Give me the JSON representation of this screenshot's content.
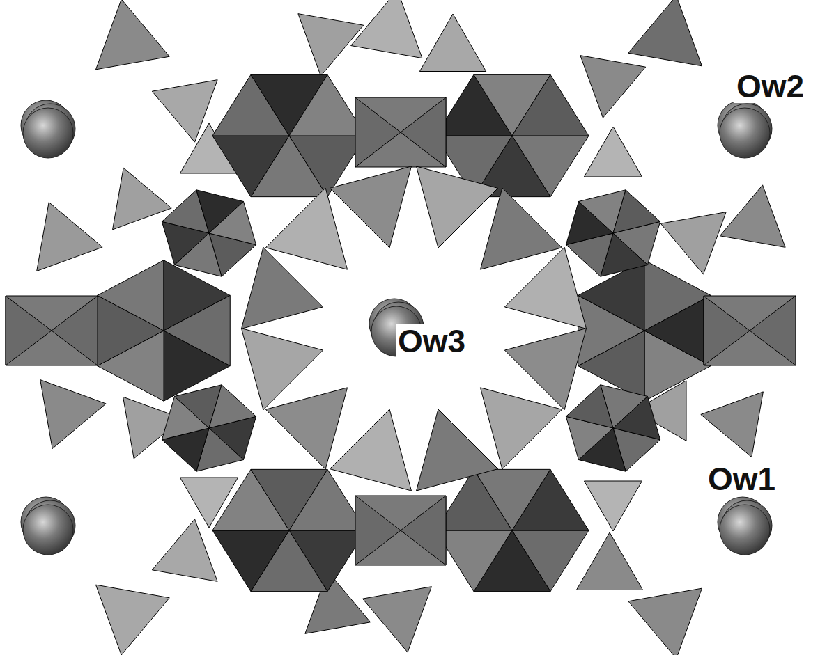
{
  "diagram": {
    "labels": [
      "Ow2",
      "Ow3",
      "Ow1"
    ]
  }
}
